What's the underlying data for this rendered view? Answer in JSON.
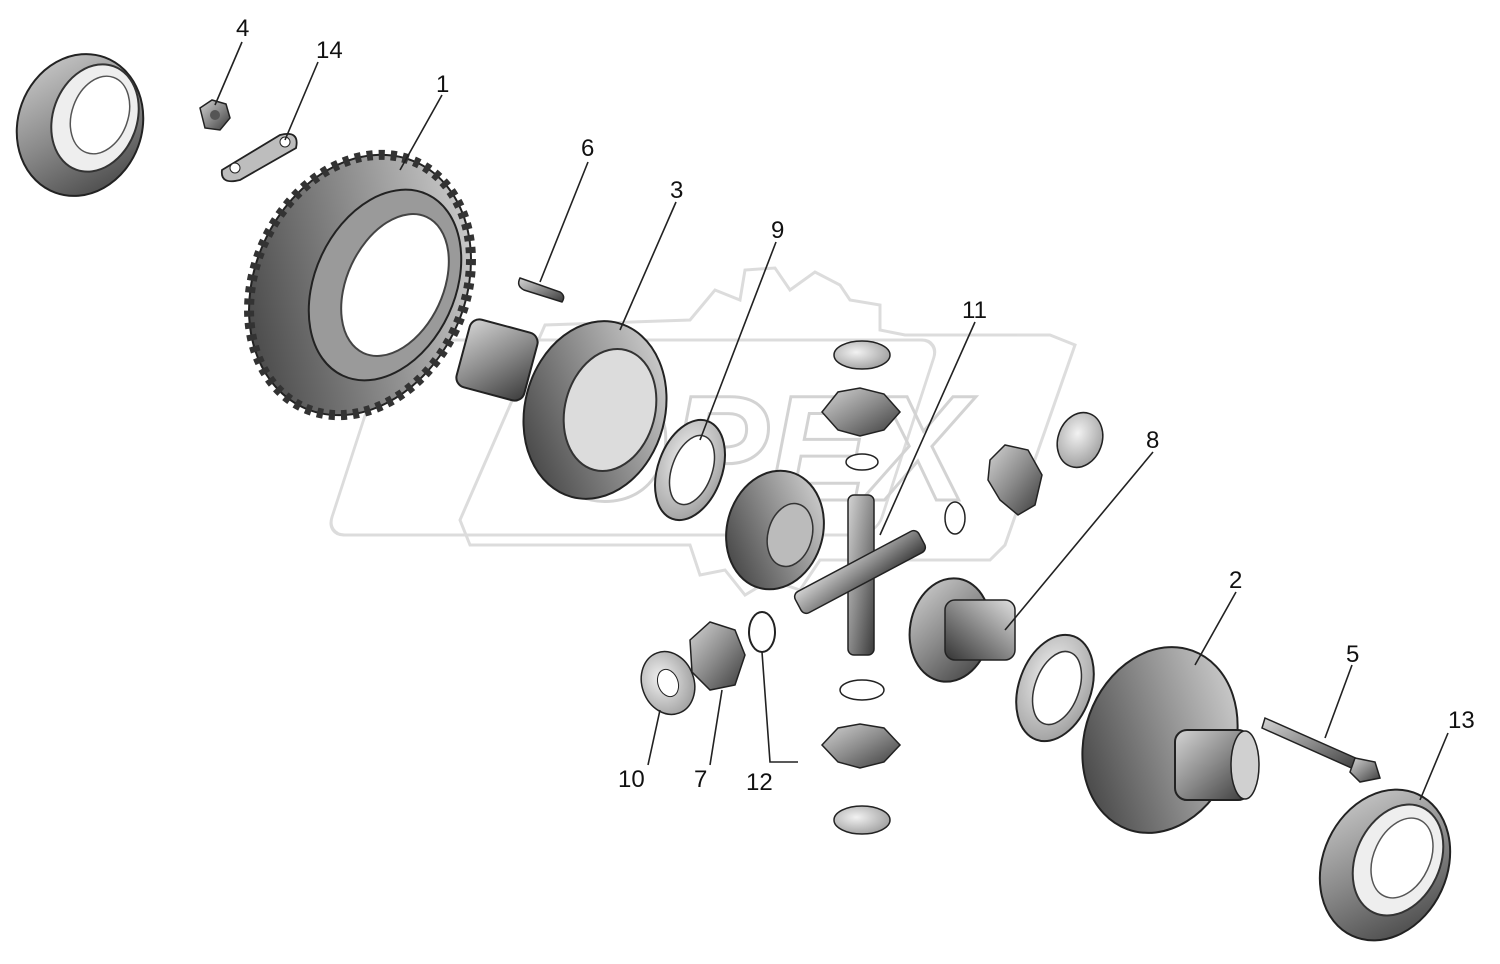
{
  "diagram": {
    "watermark_text": "ОРЕХ",
    "colors": {
      "part_dark": "#3a3a3a",
      "part_mid": "#8a8a8a",
      "part_light": "#c8c8c8",
      "watermark": "#d9d9d9",
      "leader": "#222222"
    },
    "callouts": {
      "c1": "1",
      "c2": "2",
      "c3": "3",
      "c4": "4",
      "c5": "5",
      "c6": "6",
      "c7": "7",
      "c8": "8",
      "c9": "9",
      "c10": "10",
      "c11": "11",
      "c12": "12",
      "c13": "13",
      "c14": "14"
    }
  }
}
